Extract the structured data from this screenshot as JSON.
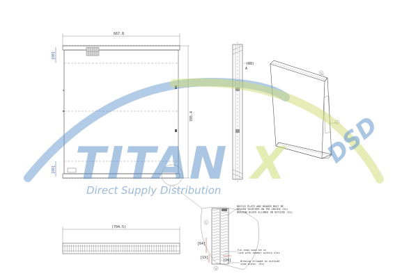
{
  "drawing": {
    "dim_overall_width": "667.8",
    "dim_overall_height": "785.4",
    "dim_top_offset": "[80]",
    "dim_bottom_offset": "[88]",
    "dim_side_width": "(88)",
    "dim_core_width": "(704.5)",
    "dim_detail_a": "[64]",
    "dim_detail_b": "[19]",
    "dim_detail_c": "[24]",
    "note_baffle": "BAFFLE PLATE AND HEADER MUST BE BRAZED TOGETHER ON THE INSIDE (Ex) BRAZING BLOCK ALLOWED ON OUTSIDE (Ex)",
    "note_fins": "Fin ends must be in line with header within slot",
    "note_brazing": "Brazing allowed on outside side plate. (Ex)",
    "balloon_1": "1",
    "balloon_2": "2",
    "balloon_3": "3",
    "side_label_a": "A"
  },
  "watermark": {
    "brand": "TITAN",
    "brand_x": "X",
    "brand_suffix": "DSD",
    "tagline": "Direct Supply Distribution",
    "color_blue": "#5a8fc8",
    "color_green": "#c9d96a"
  }
}
